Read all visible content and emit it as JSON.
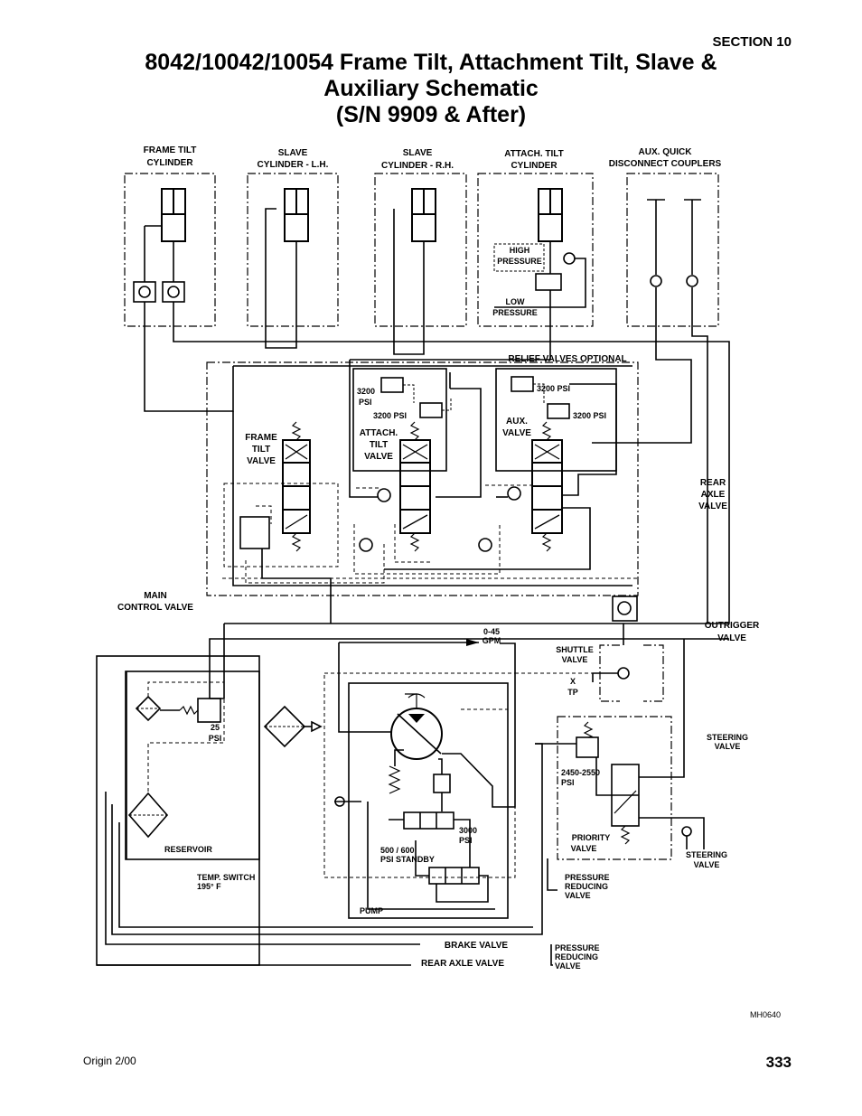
{
  "header": {
    "section": "SECTION 10",
    "title_lines": [
      "8042/10042/10054 Frame Tilt, Attachment Tilt, Slave &",
      "Auxiliary Schematic",
      "(S/N 9909 & After)"
    ]
  },
  "labels": {
    "frame_tilt_cyl": [
      "FRAME TILT",
      "CYLINDER"
    ],
    "slave_lh": [
      "SLAVE",
      "CYLINDER - L.H."
    ],
    "slave_rh": [
      "SLAVE",
      "CYLINDER - R.H."
    ],
    "attach_tilt_cyl": [
      "ATTACH. TILT",
      "CYLINDER"
    ],
    "aux_quick": [
      "AUX. QUICK",
      "DISCONNECT COUPLERS"
    ],
    "high_pressure": [
      "HIGH",
      "PRESSURE"
    ],
    "low_pressure": [
      "LOW",
      "PRESSURE"
    ],
    "relief_optional": "RELIEF VALVES OPTIONAL",
    "psi_3200_a": [
      "3200",
      "PSI"
    ],
    "psi_3200_b": "3200 PSI",
    "psi_3200_c": "3200 PSI",
    "psi_3200_d": "3200 PSI",
    "frame_tilt_valve": [
      "FRAME",
      "TILT",
      "VALVE"
    ],
    "attach_tilt_valve": [
      "ATTACH.",
      "TILT",
      "VALVE"
    ],
    "aux_valve": [
      "AUX.",
      "VALVE"
    ],
    "rear_axle_valve_r": [
      "REAR",
      "AXLE",
      "VALVE"
    ],
    "main_control": [
      "MAIN",
      "CONTROL VALVE"
    ],
    "outrigger": [
      "OUTRIGGER",
      "VALVE"
    ],
    "gpm": [
      "0-45",
      "GPM"
    ],
    "shuttle": [
      "SHUTTLE",
      "VALVE"
    ],
    "tp": [
      "X",
      "TP"
    ],
    "psi_25": [
      "25",
      "PSI"
    ],
    "steering_valve_1": [
      "STEERING",
      "VALVE"
    ],
    "psi_2450": [
      "2450-2550",
      "PSI"
    ],
    "psi_3000": [
      "3000",
      "PSI"
    ],
    "standby": [
      "500 / 600",
      "PSI STANDBY"
    ],
    "priority": [
      "PRIORITY",
      "VALVE"
    ],
    "steering_valve_2": [
      "STEERING",
      "VALVE"
    ],
    "reservoir": "RESERVOIR",
    "temp_switch": [
      "TEMP. SWITCH",
      "195° F"
    ],
    "pressure_reducing_1": [
      "PRESSURE",
      "REDUCING",
      "VALVE"
    ],
    "pump": "PUMP",
    "brake_valve": "BRAKE VALVE",
    "rear_axle_valve_b": "REAR AXLE VALVE",
    "pressure_reducing_2": [
      "PRESSURE",
      "REDUCING",
      "VALVE"
    ]
  },
  "figure_id": "MH0640",
  "footer": {
    "origin": "Origin 2/00",
    "page": "333"
  }
}
